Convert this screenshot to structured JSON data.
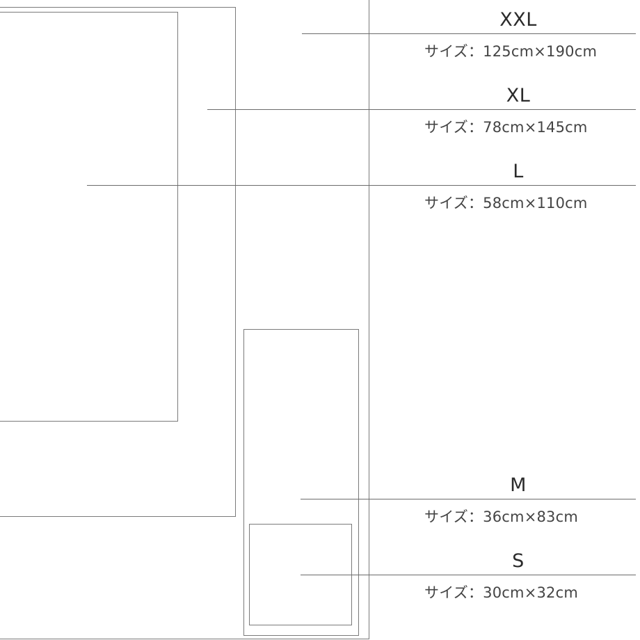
{
  "sizes": [
    {
      "key": "XXL",
      "name": "XXL",
      "dimensions": "サイズ：125cm×190cm"
    },
    {
      "key": "XL",
      "name": "XL",
      "dimensions": "サイズ：78cm×145cm"
    },
    {
      "key": "L",
      "name": "L",
      "dimensions": "サイズ：58cm×110cm"
    },
    {
      "key": "M",
      "name": "M",
      "dimensions": "サイズ：36cm×83cm"
    },
    {
      "key": "S",
      "name": "S",
      "dimensions": "サイズ：30cm×32cm"
    }
  ],
  "colors": {
    "outline": "#7a7a7a",
    "rule": "#6a6a6a",
    "text": "#2b2b2b"
  }
}
